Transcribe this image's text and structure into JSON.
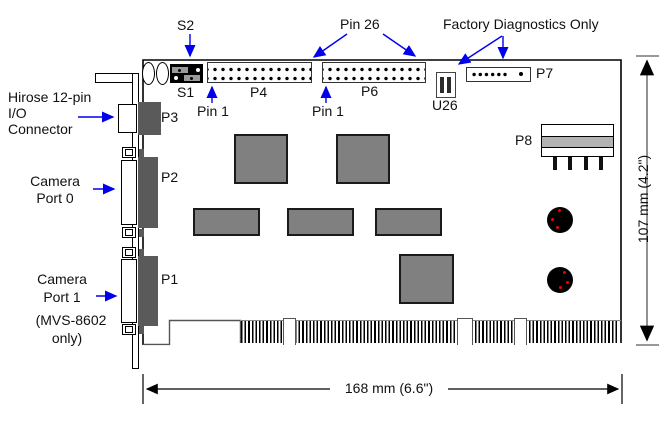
{
  "board": {
    "refs": {
      "s2": "S2",
      "s1": "S1",
      "p4": "P4",
      "p6": "P6",
      "p7": "P7",
      "p8": "P8",
      "p3": "P3",
      "p2": "P2",
      "p1": "P1",
      "u26": "U26"
    },
    "pin_labels": {
      "pin26": "Pin 26",
      "pin1_left": "Pin 1",
      "pin1_right": "Pin 1"
    },
    "notes": {
      "factory": "Factory Diagnostics Only"
    },
    "callouts": {
      "hirose": [
        "Hirose 12-pin",
        "I/O",
        "Connector"
      ],
      "camera0": [
        "Camera",
        "Port 0"
      ],
      "camera1": [
        "Camera",
        "Port 1",
        "(MVS-8602",
        "only)"
      ]
    },
    "dimensions": {
      "width": "168 mm (6.6\")",
      "height": "107 mm (4.2\")"
    },
    "connectors": {
      "p4_pins": 26,
      "p6_pins": 26,
      "p7_pins": 7
    },
    "colors": {
      "arrow_blue": "#0000ee",
      "chip_gray": "#808080",
      "connector_dark": "#5a5a5a",
      "pot_dot_red": "#f00000"
    }
  }
}
